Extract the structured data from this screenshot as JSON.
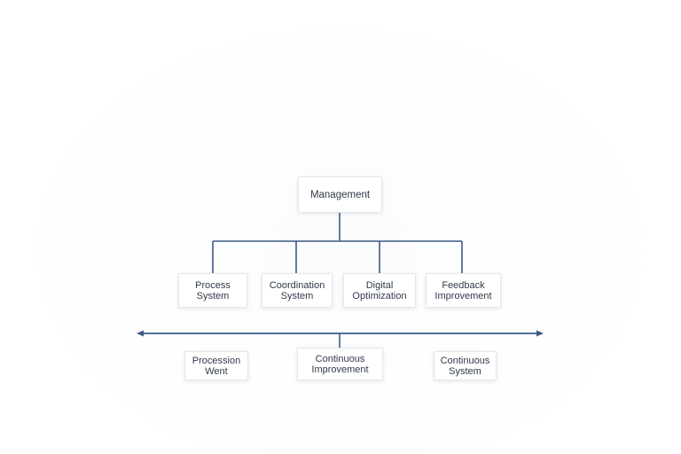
{
  "diagram": {
    "root": {
      "label": "Management"
    },
    "level2": [
      {
        "line1": "Process",
        "line2": "System"
      },
      {
        "line1": "Coordination",
        "line2": "System"
      },
      {
        "line1": "Digital",
        "line2": "Optimization"
      },
      {
        "line1": "Feedback",
        "line2": "Improvement"
      }
    ],
    "level3": [
      {
        "line1": "Procession",
        "line2": "Went"
      },
      {
        "line1": "Continuous",
        "line2": "Improvement"
      },
      {
        "line1": "Continuous",
        "line2": "System"
      }
    ],
    "colors": {
      "line": "#3d5a86",
      "text": "#2f3a4a",
      "box_border": "#e3e7ee"
    }
  }
}
